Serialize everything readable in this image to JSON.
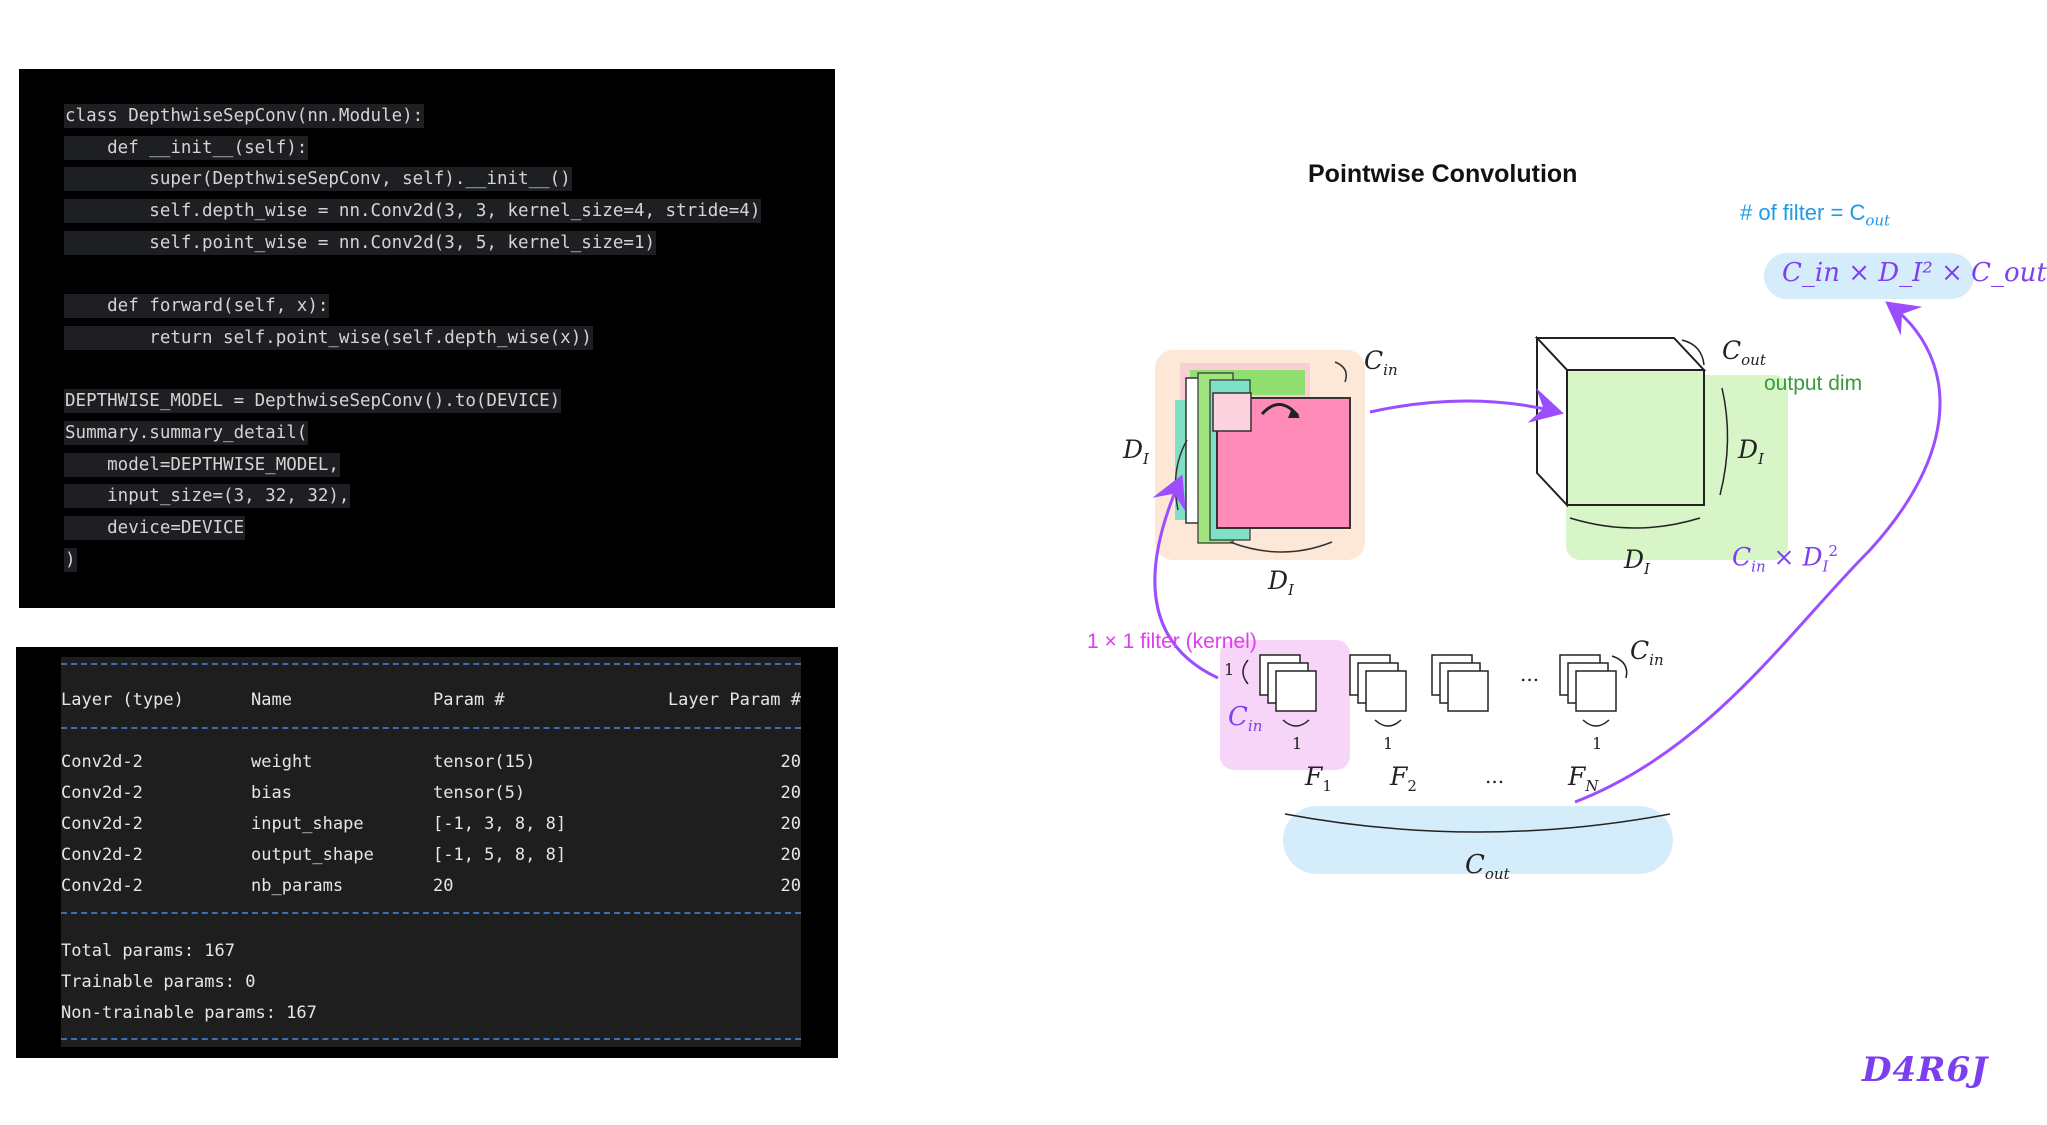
{
  "code": {
    "lines": [
      "class DepthwiseSepConv(nn.Module):",
      "    def __init__(self):",
      "        super(DepthwiseSepConv, self).__init__()",
      "        self.depth_wise = nn.Conv2d(3, 3, kernel_size=4, stride=4)",
      "        self.point_wise = nn.Conv2d(3, 5, kernel_size=1)",
      "",
      "    def forward(self, x):",
      "        return self.point_wise(self.depth_wise(x))",
      "",
      "DEPTHWISE_MODEL = DepthwiseSepConv().to(DEVICE)",
      "Summary.summary_detail(",
      "    model=DEPTHWISE_MODEL,",
      "    input_size=(3, 32, 32),",
      "    device=DEVICE",
      ")"
    ]
  },
  "summary": {
    "headers": [
      "Layer (type)",
      "Name",
      "Param #",
      "Layer Param #"
    ],
    "rows": [
      [
        "Conv2d-2",
        "weight",
        "tensor(15)",
        "20"
      ],
      [
        "Conv2d-2",
        "bias",
        "tensor(5)",
        "20"
      ],
      [
        "Conv2d-2",
        "input_shape",
        "[-1, 3, 8, 8]",
        "20"
      ],
      [
        "Conv2d-2",
        "output_shape",
        "[-1, 5, 8, 8]",
        "20"
      ],
      [
        "Conv2d-2",
        "nb_params",
        "20",
        "20"
      ]
    ],
    "totals": [
      "Total params: 167",
      "Trainable params: 0",
      "Non-trainable params: 167"
    ]
  },
  "diagram": {
    "title": "Pointwise Convolution",
    "num_filter_label": "# of filter = C",
    "num_filter_sub": "out",
    "params_formula": "C_in × D_I² × C_out",
    "output_dim_label": "output dim",
    "kernel_label": "1 × 1 filter (kernel)",
    "input_cin": "C",
    "cin_sub": "in",
    "di": "D",
    "di_sub": "I",
    "cout": "C",
    "cout_sub": "out",
    "ellipsis": "...",
    "one": "1",
    "filters": [
      "F",
      "F",
      "F"
    ],
    "filter_subs": [
      "1",
      "2",
      "N"
    ]
  },
  "colors": {
    "purple": "#9b4dff",
    "cyan": "#1e9be8",
    "green_text": "#3a9a3a",
    "pink": "#ff8bb8",
    "magenta": "#e03cf0"
  },
  "watermark": "D4R6J"
}
